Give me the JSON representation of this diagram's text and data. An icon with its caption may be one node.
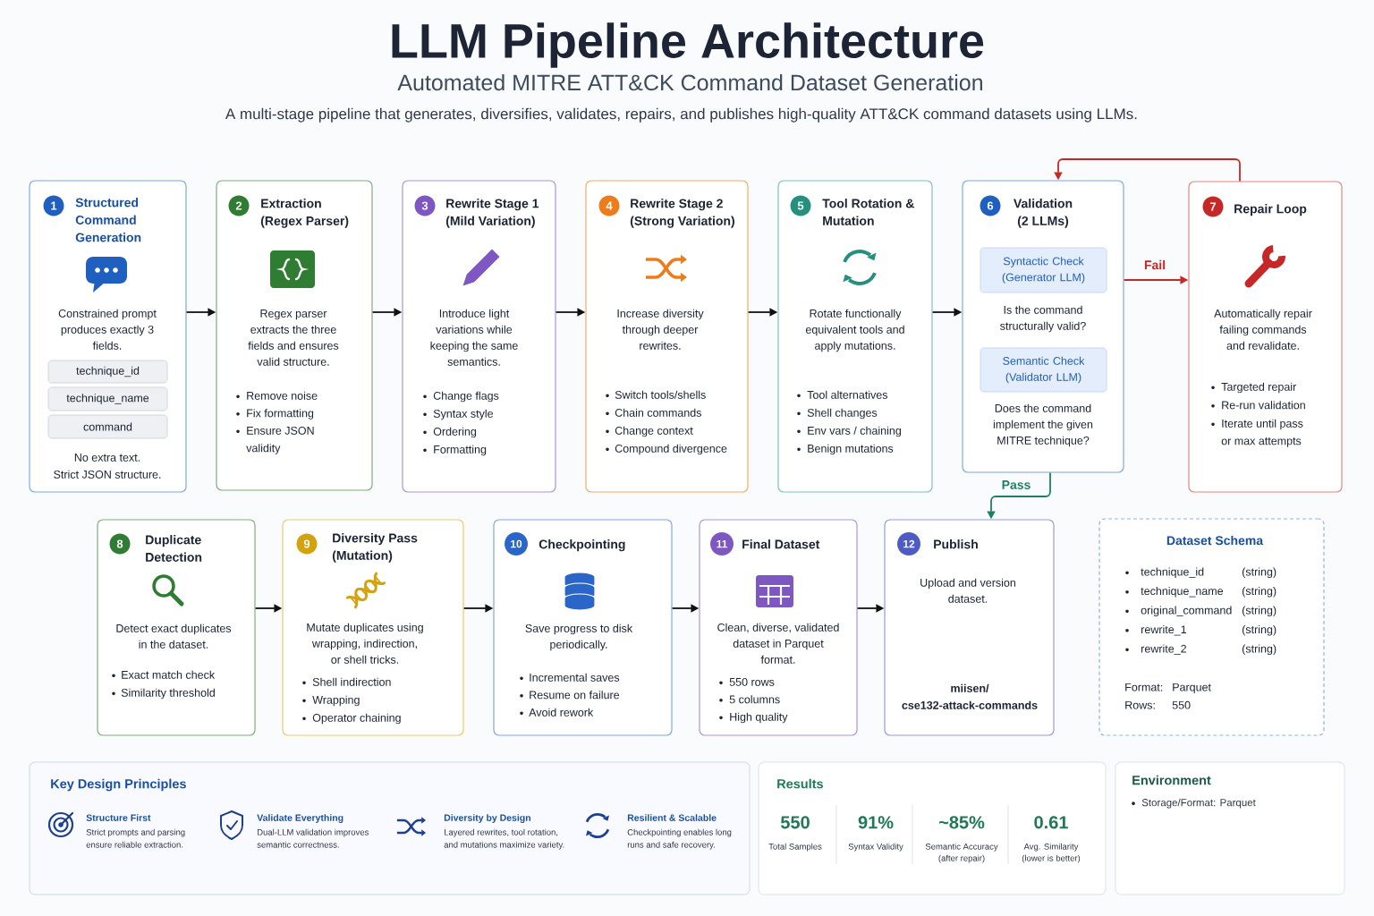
{
  "diagram": {
    "title": "LLM Pipeline Architecture",
    "nodes": [
      {
        "text": [
          "1",
          "Structured Command Generation",
          "Constrained prompt produces exactly 3 fields.",
          "No extra text.",
          "Strict JSON structure."
        ]
      },
      {
        "text": [
          "technique_id"
        ],
        "in": 0
      },
      {
        "text": [
          "technique_name"
        ],
        "in": 0
      },
      {
        "text": [
          "command"
        ],
        "in": 0
      },
      {
        "text": [
          "2",
          "Extraction (Regex Parser)",
          "Regex parser extracts the three fields and ensures valid structure.",
          "Remove noise",
          "Fix formatting",
          "Ensure JSON validity"
        ]
      },
      {
        "text": [
          "3",
          "Rewrite Stage 1 (Mild Variation)",
          "Introduce light variations while keeping the same semantics.",
          "Change flags",
          "Syntax style",
          "Ordering",
          "Formatting"
        ]
      },
      {
        "text": [
          "4",
          "Rewrite Stage 2 (Strong Variation)",
          "Increase diversity through deeper rewrites.",
          "Switch tools/shells",
          "Chain commands",
          "Change context",
          "Compound divergence"
        ]
      },
      {
        "text": [
          "5",
          "Tool Rotation & Mutation",
          "Rotate functionally equivalent tools and apply mutations.",
          "Tool alternatives",
          "Shell changes",
          "Env vars / chaining",
          "Benign mutations"
        ]
      },
      {
        "text": [
          "6",
          "Validation (2 LLMs)",
          "Is the command structurally valid?",
          "Does the command implement the given MITRE technique?"
        ]
      },
      {
        "text": [
          "Syntactic Check (Generator LLM)"
        ],
        "in": 8
      },
      {
        "text": [
          "Semantic Check (Validator LLM)"
        ],
        "in": 8
      },
      {
        "text": [
          "7",
          "Repair Loop",
          "Automatically repair failing commands and revalidate.",
          "Targeted repair",
          "Re-run validation",
          "Iterate until pass or max attempts"
        ]
      },
      {
        "text": [
          "8",
          "Duplicate Detection",
          "Detect exact duplicates in the dataset.",
          "Exact match check",
          "Similarity threshold"
        ]
      },
      {
        "text": [
          "9",
          "Diversity Pass (Mutation)",
          "Mutate duplicates using wrapping, indirection, or shell tricks.",
          "Shell indirection",
          "Wrapping",
          "Operator chaining"
        ]
      },
      {
        "text": [
          "10",
          "Checkpointing",
          "Save progress to disk periodically.",
          "Incremental saves",
          "Resume on failure",
          "Avoid rework"
        ]
      },
      {
        "text": [
          "11",
          "Final Dataset",
          "Clean, diverse, validated dataset in Parquet format.",
          "550 rows",
          "5 columns",
          "High quality"
        ]
      },
      {
        "text": [
          "12",
          "Publish",
          "Upload and version dataset.",
          "miisen/cse132-attack-commands"
        ]
      },
      {
        "text": [
          "Dataset Schema",
          "technique_id",
          "(string)",
          "technique_name",
          "(string)",
          "original_command",
          "(string)",
          "rewrite_1",
          "(string)",
          "rewrite_2",
          "(string)",
          "Format:",
          "Parquet",
          "Rows:",
          "550"
        ]
      },
      {
        "text": [
          "Key Design Principles",
          "Structure First",
          "Strict prompts and parsing ensure reliable extraction.",
          "Validate Everything",
          "Dual-LLM validation improves semantic correctness.",
          "Diversity by Design",
          "Layered rewrites, tool rotation, and mutations maximize variety.",
          "Resilient & Scalable",
          "Checkpointing enables long runs and safe recovery."
        ]
      },
      {
        "text": [
          "Results",
          "550",
          "Total Samples",
          "91%",
          "Syntax Validity",
          "~85%",
          "Semantic Accuracy (after repair)",
          "0.61",
          "Avg. Similarity (lower is better)"
        ]
      },
      {
        "text": [
          "Environment",
          "Storage/Format: Parquet"
        ]
      }
    ],
    "edges": [
      {
        "from": 0,
        "to": 4,
        "arrow": "to"
      },
      {
        "from": 4,
        "to": 5,
        "arrow": "to"
      },
      {
        "from": 5,
        "to": 6,
        "arrow": "to"
      },
      {
        "from": 6,
        "to": 7,
        "arrow": "to"
      },
      {
        "from": 7,
        "to": 8,
        "arrow": "to"
      },
      {
        "from": 8,
        "to": 11,
        "arrow": "to",
        "label": "Fail",
        "color": "#c62828"
      },
      {
        "from": 11,
        "to": 8,
        "arrow": "to",
        "color": "#c62828"
      },
      {
        "from": 8,
        "to": 16,
        "arrow": "to",
        "label": "Pass",
        "color": "#1e8062"
      },
      {
        "from": 12,
        "to": 13,
        "arrow": "to"
      },
      {
        "from": 13,
        "to": 14,
        "arrow": "to"
      },
      {
        "from": 14,
        "to": 15,
        "arrow": "to"
      },
      {
        "from": 15,
        "to": 16,
        "arrow": "to"
      }
    ],
    "labels": [
      "Automated MITRE ATT&CK Command Dataset Generation",
      "A multi-stage pipeline that generates, diversifies, validates, repairs, and publishes high-quality ATT&CK command datasets using LLMs."
    ]
  }
}
